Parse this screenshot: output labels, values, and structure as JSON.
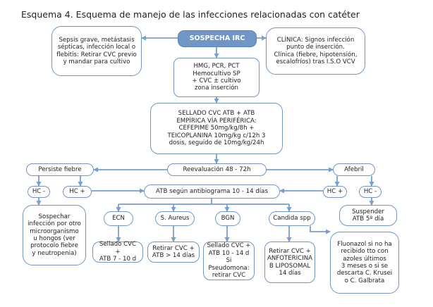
{
  "title": "Esquema 4. Esquema de manejo de las infecciones relacionadas con catéter",
  "colors": {
    "box_border": "#6f96c4",
    "connector": "#7a9fcc",
    "filled_box": "#6f96c4"
  },
  "nodes": {
    "sospecha": "SOSPECHA IRC",
    "sepsis": "Sepsis grave, metástasis\nsépticas, infección local o\nflebitis: Retirar CVC previo\ny mandar para cultivo",
    "clinica": "CLÍNICA: Signos infección\npunto de inserción.\nClínica (fiebre, hipotensión,\nescalofríos) tras I.S.O VCV",
    "hemocultivo": "HMG, PCR, PCT\nHemocultivo SP\n+ CVC ± cultivo\nzona inserción",
    "sellado": "SELLADO CVC ATB + ATB\nEMPÍRICA VÍA PERIFÉRICA:\nCEFEPIME 50mg/kg/8h +\nTEICOPLANINA 10mg/kg c/12h 3\ndosis, seguido de 10mg/kg/24h",
    "persiste": "Persiste fiebre",
    "reevaluacion": "Reevaluación 48 - 72h",
    "afebril": "Afebril",
    "hc_minus_left": "HC -",
    "hc_plus_left": "HC +",
    "atb_antibiograma": "ATB según antibiograma 10 - 14 días",
    "hc_plus_right": "HC +",
    "hc_minus_right": "HC -",
    "sospechar": "Sospechar\ninfección por otro\nmicroorganismo\nu hongos (ver\nprotocolo fiebre\ny neutropenia)",
    "ecn": "ECN",
    "aureus": "S. Aureus",
    "bgn": "BGN",
    "candida": "Candida spp",
    "suspender": "Suspender\nATB 5º día",
    "ecn_tx": "Sellado CVC +\nATB 7 - 10 d",
    "aureus_tx": "Retirar CVC +\nATB > 14 días",
    "bgn_tx": "Sellado CVC +\nATB 10 - 14 d\nSi Pseudomona:\nretirar CVC",
    "candida_tx": "Retirar CVC +\nANFOTERICINA\nB LIPOSOMAL\n14 días",
    "fluconazol": "Fluonazol si no ha\nrecibido tto con\nazoles últimos\n3 meses o si se\ndescarta C. Krusei\no C. Galbrata"
  }
}
